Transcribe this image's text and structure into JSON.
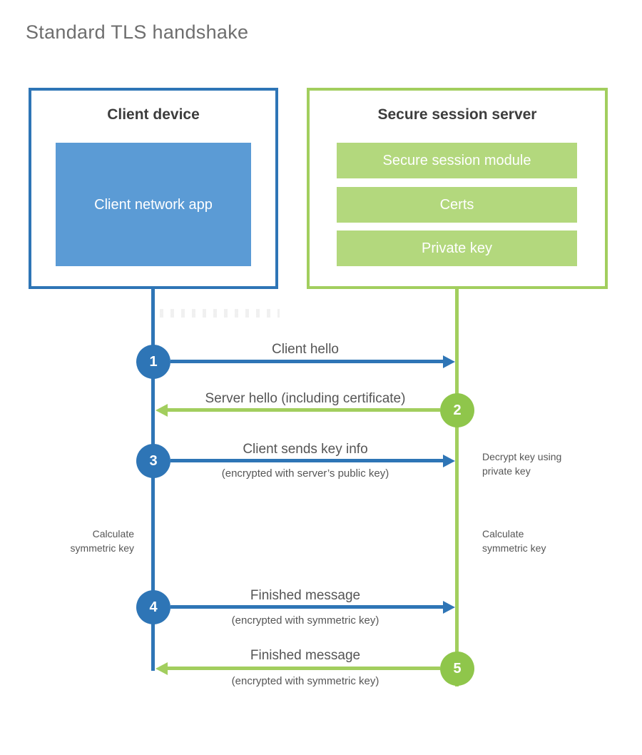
{
  "title": "Standard TLS handshake",
  "client": {
    "title": "Client device",
    "app": "Client network app"
  },
  "server": {
    "title": "Secure session server",
    "modules": [
      "Secure session module",
      "Certs",
      "Private key"
    ]
  },
  "steps": [
    {
      "num": "1",
      "label": "Client hello",
      "direction": "right"
    },
    {
      "num": "2",
      "label": "Server hello (including certificate)",
      "direction": "left"
    },
    {
      "num": "3",
      "label": "Client sends key info",
      "sublabel": "(encrypted with server’s public key)",
      "direction": "right"
    },
    {
      "num": "4",
      "label": "Finished message",
      "sublabel": "(encrypted with symmetric key)",
      "direction": "right"
    },
    {
      "num": "5",
      "label": "Finished message",
      "sublabel": "(encrypted with symmetric key)",
      "direction": "left"
    }
  ],
  "notes": {
    "decrypt": "Decrypt key using\nprivate key",
    "calc_left": "Calculate\nsymmetric key",
    "calc_right": "Calculate\nsymmetric key"
  },
  "colors": {
    "blue": "#2e75b6",
    "blue_fill": "#5b9bd5",
    "green": "#a2ce5e",
    "green_circle": "#8fc64b",
    "green_bar": "#b3d87d",
    "text_dark": "#3d3d3d",
    "text_gray": "#565656",
    "title_gray": "#6e6e6e"
  }
}
